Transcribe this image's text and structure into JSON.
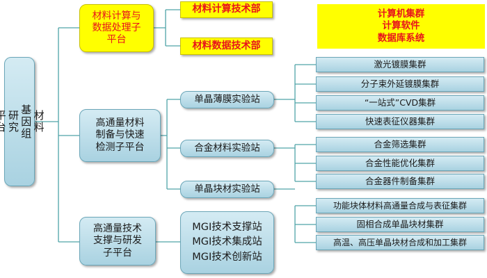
{
  "root": {
    "label": "材料\n基因组\n研究\n平台"
  },
  "computing": {
    "label": "材料计算与\n数据处理子\n平台",
    "departments": [
      "材料计算技术部",
      "材料数据技术部"
    ],
    "resources": "计算机集群\n计算软件\n数据库系统"
  },
  "fabrication": {
    "label": "高通量材料\n制备与快速\n检测子平台",
    "stations": [
      {
        "label": "单晶薄膜实验站",
        "groups": [
          "激光镀膜集群",
          "分子束外延镀膜集群",
          "“一站式”CVD集群",
          "快速表征仪器集群"
        ]
      },
      {
        "label": "合金材料实验站",
        "groups": [
          "合金筛选集群",
          "合金性能优化集群",
          "合金器件制备集群"
        ]
      },
      {
        "label": "单晶块材实验站",
        "groups": [
          "功能块体材料高通量合成与表征集群",
          "固相合成单晶块材集群",
          "高温、高压单晶块材合成和加工集群"
        ]
      }
    ]
  },
  "support": {
    "label": "高通量技术\n支撑与研发\n子平台",
    "stations": "MGI技术支撑站\nMGI技术集成站\nMGI技术创新站"
  },
  "colors": {
    "line": "#4fa3a8",
    "yellow_fill": "#ffff00",
    "yellow_text": "#e8141b",
    "blue_fill": "#b9dde9"
  }
}
